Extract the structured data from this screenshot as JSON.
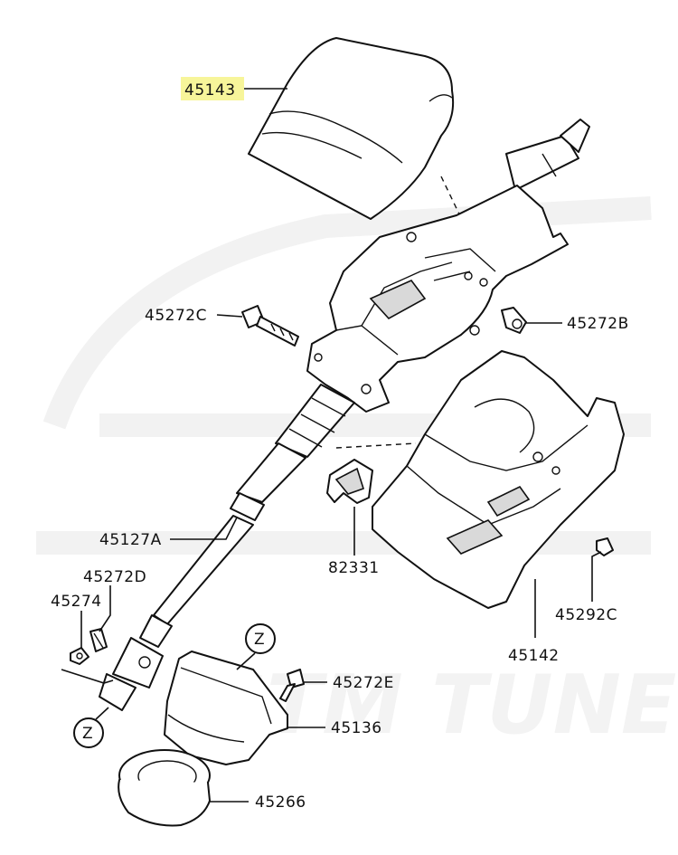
{
  "colors": {
    "highlight": "#f7f59a",
    "line": "#111111",
    "watermark": "#f2f2f2"
  },
  "watermark": {
    "text": "STM TUNED"
  },
  "callouts": {
    "p45143": "45143",
    "p45272c": "45272C",
    "p45272b": "45272B",
    "p45127a": "45127A",
    "p82331": "82331",
    "p45272d": "45272D",
    "p45274": "45274",
    "p45292c": "45292C",
    "p45142": "45142",
    "p45272e": "45272E",
    "p45136": "45136",
    "p45266": "45266",
    "z_top": "Z",
    "z_bottom": "Z"
  }
}
